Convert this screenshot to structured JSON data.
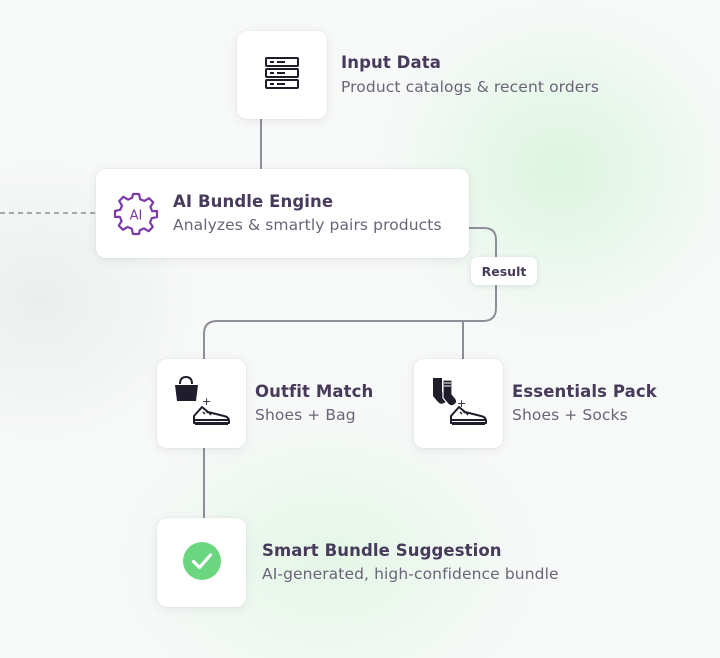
{
  "colors": {
    "connector": "#8e8e98",
    "engine_accent": "#7b3aa8",
    "check_green": "#6bd680",
    "title_text": "#473a5a"
  },
  "nodes": {
    "input_data": {
      "title": "Input Data",
      "subtitle": "Product catalogs & recent orders",
      "icon": "server-stack-icon"
    },
    "ai_engine": {
      "title": "AI Bundle Engine",
      "subtitle": "Analyzes & smartly pairs products",
      "icon": "ai-gear-icon",
      "icon_text": "AI"
    },
    "outfit_match": {
      "title": "Outfit Match",
      "subtitle": "Shoes + Bag",
      "icon": "bag-plus-sneaker-icon"
    },
    "essentials_pack": {
      "title": "Essentials Pack",
      "subtitle": "Shoes + Socks",
      "icon": "socks-plus-sneaker-icon"
    },
    "smart_bundle": {
      "title": "Smart Bundle Suggestion",
      "subtitle": "AI-generated, high-confidence bundle",
      "icon": "check-circle-icon"
    }
  },
  "edges": {
    "result_label": "Result"
  }
}
